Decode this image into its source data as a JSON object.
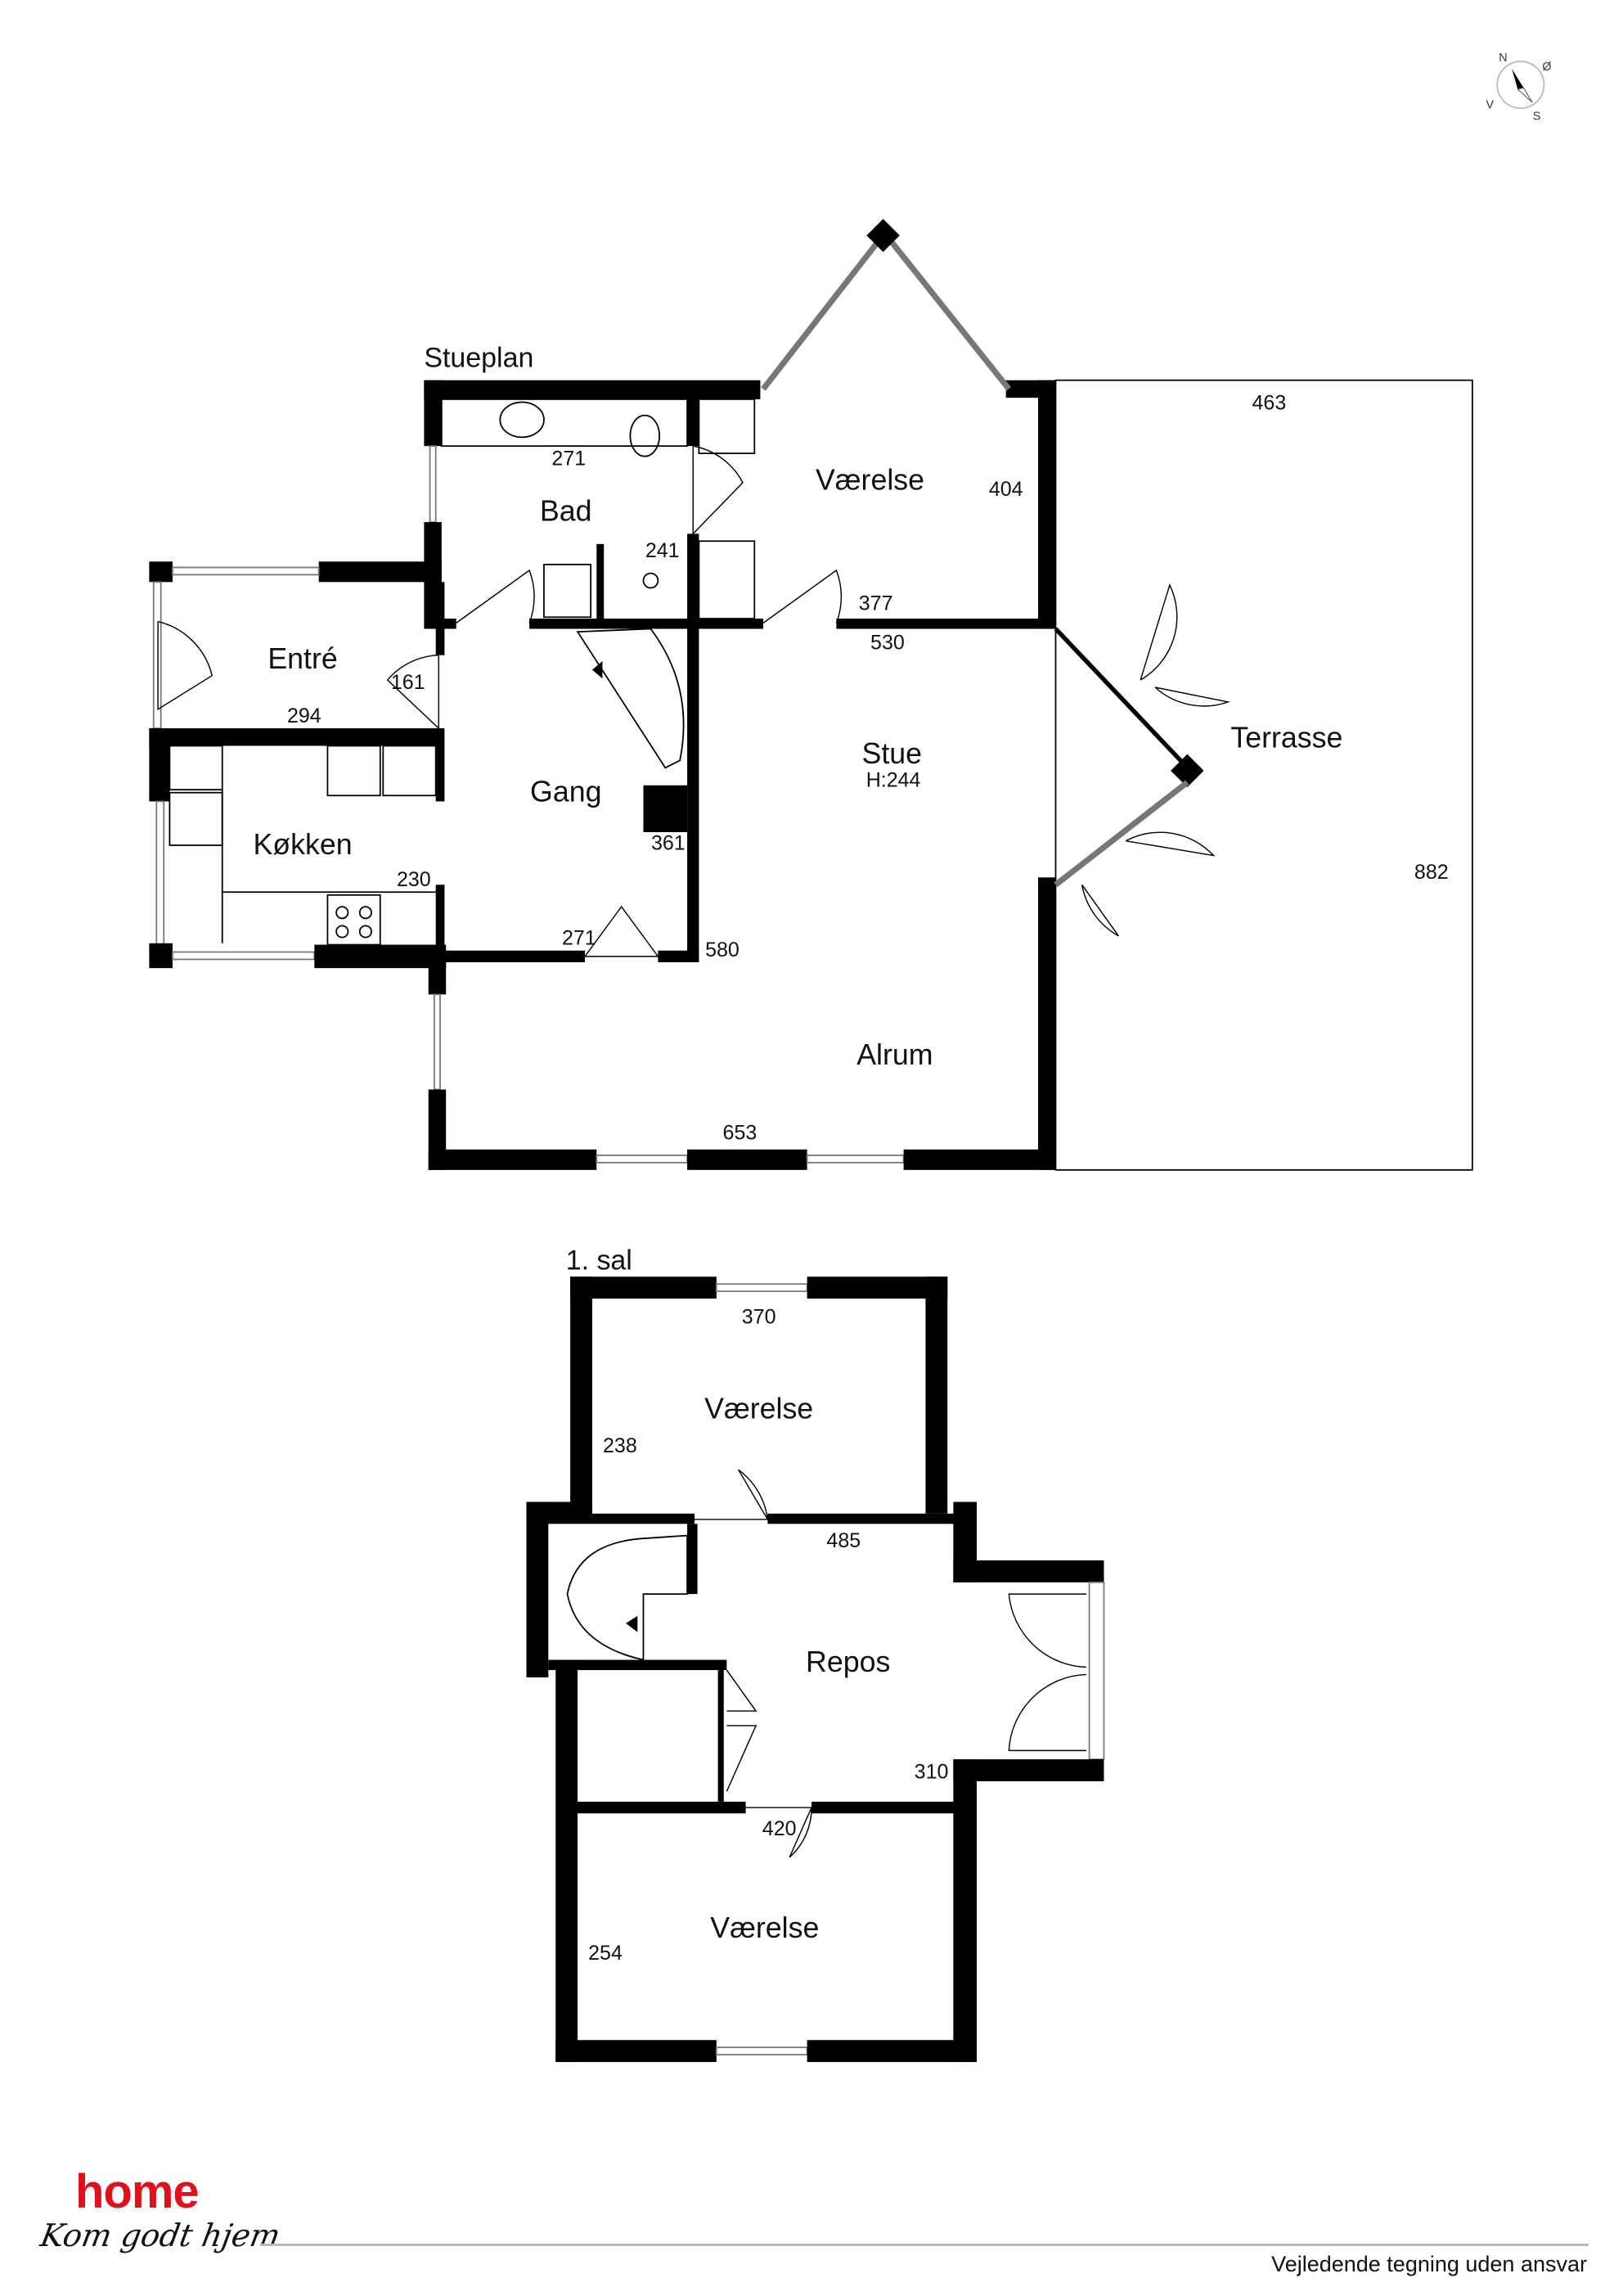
{
  "compass": {
    "n": "N",
    "e": "Ø",
    "s": "S",
    "w": "V"
  },
  "ground_floor": {
    "title": "Stueplan",
    "rooms": {
      "bad": "Bad",
      "vaerelse": "Værelse",
      "entre": "Entré",
      "koekken": "Køkken",
      "gang": "Gang",
      "stue": "Stue",
      "stue_height": "H:244",
      "alrum": "Alrum",
      "terrasse": "Terrasse"
    },
    "dimensions": {
      "bad_width": "271",
      "bad_height": "241",
      "vaerelse_height": "404",
      "vaerelse_width": "377",
      "terrasse_width": "463",
      "terrasse_height": "882",
      "stue_width": "530",
      "entre_height": "161",
      "entre_width": "294",
      "koekken_height": "230",
      "gang_height": "361",
      "gang_width": "271",
      "stue_height_dim": "580",
      "alrum_width": "653"
    }
  },
  "first_floor": {
    "title": "1. sal",
    "rooms": {
      "vaerelse_top": "Værelse",
      "repos": "Repos",
      "vaerelse_bottom": "Værelse"
    },
    "dimensions": {
      "top_width": "370",
      "top_height": "238",
      "repos_width": "485",
      "repos_height": "310",
      "bottom_width": "420",
      "bottom_height": "254"
    }
  },
  "footer": {
    "logo": "home",
    "slogan": "Kom godt hjem",
    "disclaimer": "Vejledende tegning uden ansvar",
    "brand_color": "#e3101b"
  }
}
